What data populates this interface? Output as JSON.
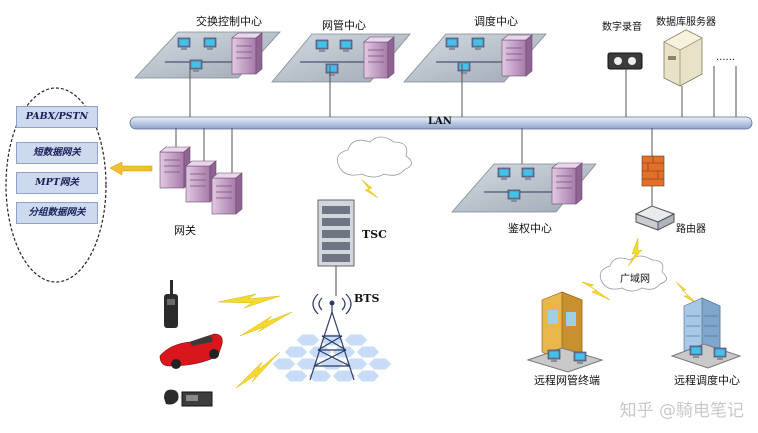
{
  "labels": {
    "switch_center": "交换控制中心",
    "nms_center": "网管中心",
    "dispatch_center": "调度中心",
    "digital_recorder": "数字录音",
    "db_server": "数据库服务器",
    "lan": "LAN",
    "gateway": "网关",
    "auth_center": "鉴权中心",
    "router": "路由器",
    "tsc": "TSC",
    "bts": "BTS",
    "wan": "广域网",
    "remote_nms_terminal": "远程网管终端",
    "remote_dispatch_center": "远程调度中心",
    "more_dots": "......"
  },
  "gateway_list": [
    "PABX/PSTN",
    "短数据网关",
    "MPT网关",
    "分组数据网关"
  ],
  "watermark": "知乎 @騎电笔记",
  "colors": {
    "lan_bus": "#c9d6ea",
    "platform": "#b8c2cc",
    "server": "#c7a3c8",
    "hex_cell": "#c8dcf7",
    "lightning": "#f5d92e",
    "arrow": "#f0c030"
  }
}
